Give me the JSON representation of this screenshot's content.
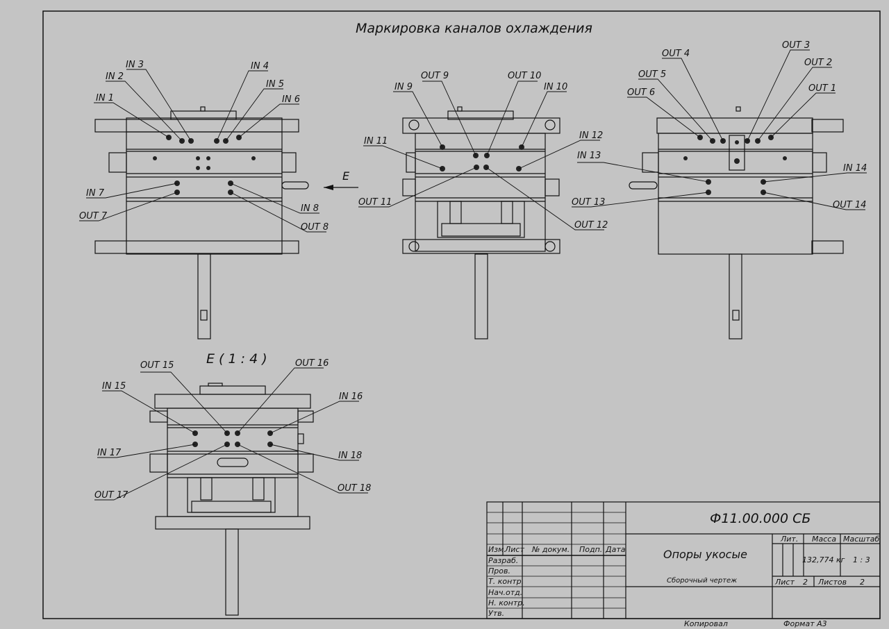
{
  "drawing": {
    "title": "Маркировка каналов охлаждения",
    "section_view_label": "E ( 1 : 4 )",
    "view_arrow_label": "E"
  },
  "views": {
    "left": {
      "labels": [
        "IN 1",
        "IN 2",
        "IN 3",
        "IN 4",
        "IN 5",
        "IN 6",
        "IN 7",
        "OUT 7",
        "IN 8",
        "OUT 8"
      ]
    },
    "middle": {
      "labels": [
        "IN 9",
        "OUT 9",
        "OUT 10",
        "IN 10",
        "IN 11",
        "IN 12",
        "IN 13",
        "OUT 11",
        "OUT 12"
      ]
    },
    "right": {
      "labels": [
        "OUT 4",
        "OUT 3",
        "OUT 2",
        "OUT 5",
        "OUT 6",
        "OUT 1",
        "IN 14",
        "OUT 13",
        "OUT 14"
      ]
    },
    "detail": {
      "labels": [
        "OUT 15",
        "OUT 16",
        "IN 15",
        "IN 16",
        "IN 17",
        "IN 18",
        "OUT 17",
        "OUT 18"
      ]
    }
  },
  "title_block": {
    "doc_number": "Ф11.00.000 СБ",
    "name": "Опоры укосые",
    "doc_type": "Сборочный чертеж",
    "col_headers": [
      "Изм.",
      "Лист",
      "№ докум.",
      "Подп.",
      "Дата"
    ],
    "roles": [
      "Разраб.",
      "Пров.",
      "Т. контр.",
      "Нач.отд.",
      "Н. контр.",
      "Утв."
    ],
    "lit_label": "Лит.",
    "mass_label": "Масса",
    "scale_label": "Масштаб",
    "mass_value": "132,774 кг",
    "scale_value": "1 : 3",
    "sheet_label": "Лист",
    "sheet_value": "2",
    "sheets_label": "Листов",
    "sheets_value": "2"
  },
  "footer": {
    "copied": "Копировал",
    "format": "Формат А3"
  }
}
